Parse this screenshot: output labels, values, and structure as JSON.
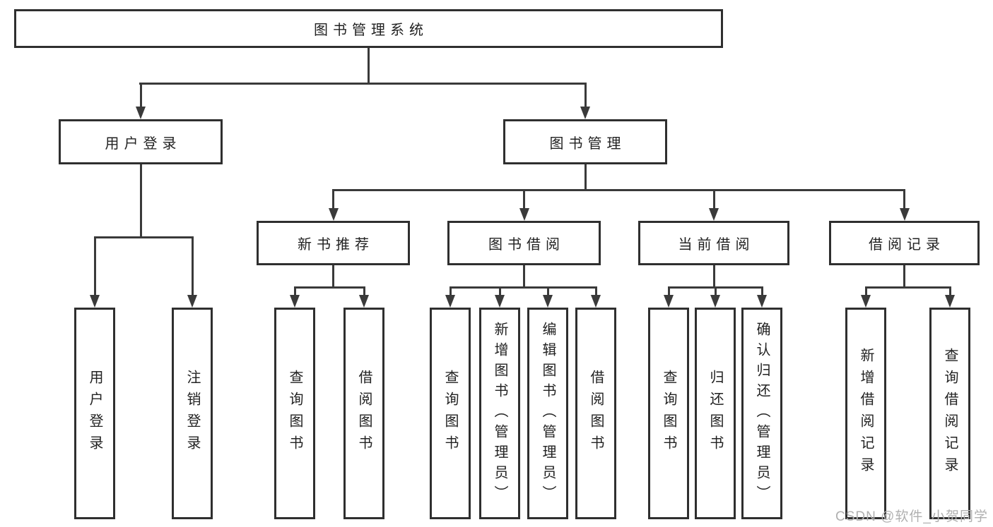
{
  "diagram": {
    "root_label": "图书管理系统",
    "branches": [
      {
        "label": "用户登录",
        "children": [
          "用户登录",
          "注销登录"
        ]
      },
      {
        "label": "图书管理",
        "groups": [
          {
            "label": "新书推荐",
            "children": [
              "查询图书",
              "借阅图书"
            ]
          },
          {
            "label": "图书借阅",
            "children": [
              "查询图书",
              "新增图书（管理员）",
              "编辑图书（管理员）",
              "借阅图书"
            ]
          },
          {
            "label": "当前借阅",
            "children": [
              "查询图书",
              "归还图书",
              "确认归还（管理员）"
            ]
          },
          {
            "label": "借阅记录",
            "children": [
              "新增借阅记录",
              "查询借阅记录"
            ]
          }
        ]
      }
    ]
  },
  "watermark": "CSDN @软件_小贺同学",
  "colors": {
    "line": "#3a3a3a",
    "box_border": "#2f2f2f",
    "text": "#222222",
    "watermark": "#b0b0b0",
    "background": "#ffffff"
  }
}
